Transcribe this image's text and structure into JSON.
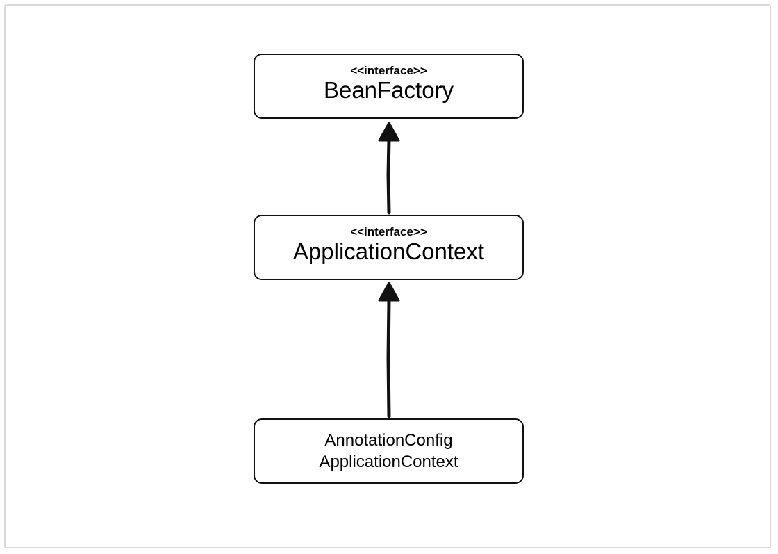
{
  "diagram": {
    "nodes": [
      {
        "id": "bean_factory",
        "stereotype": "<<interface>>",
        "name": "BeanFactory"
      },
      {
        "id": "application_context",
        "stereotype": "<<interface>>",
        "name": "ApplicationContext"
      },
      {
        "id": "annotation_config_application_context",
        "name_line1": "AnnotationConfig",
        "name_line2": "ApplicationContext"
      }
    ],
    "edges": [
      {
        "from": "application_context",
        "to": "bean_factory",
        "type": "inheritance"
      },
      {
        "from": "annotation_config_application_context",
        "to": "application_context",
        "type": "inheritance"
      }
    ],
    "colors": {
      "stroke": "#111111",
      "background": "#ffffff",
      "frame_border": "#d9d9d9"
    }
  }
}
